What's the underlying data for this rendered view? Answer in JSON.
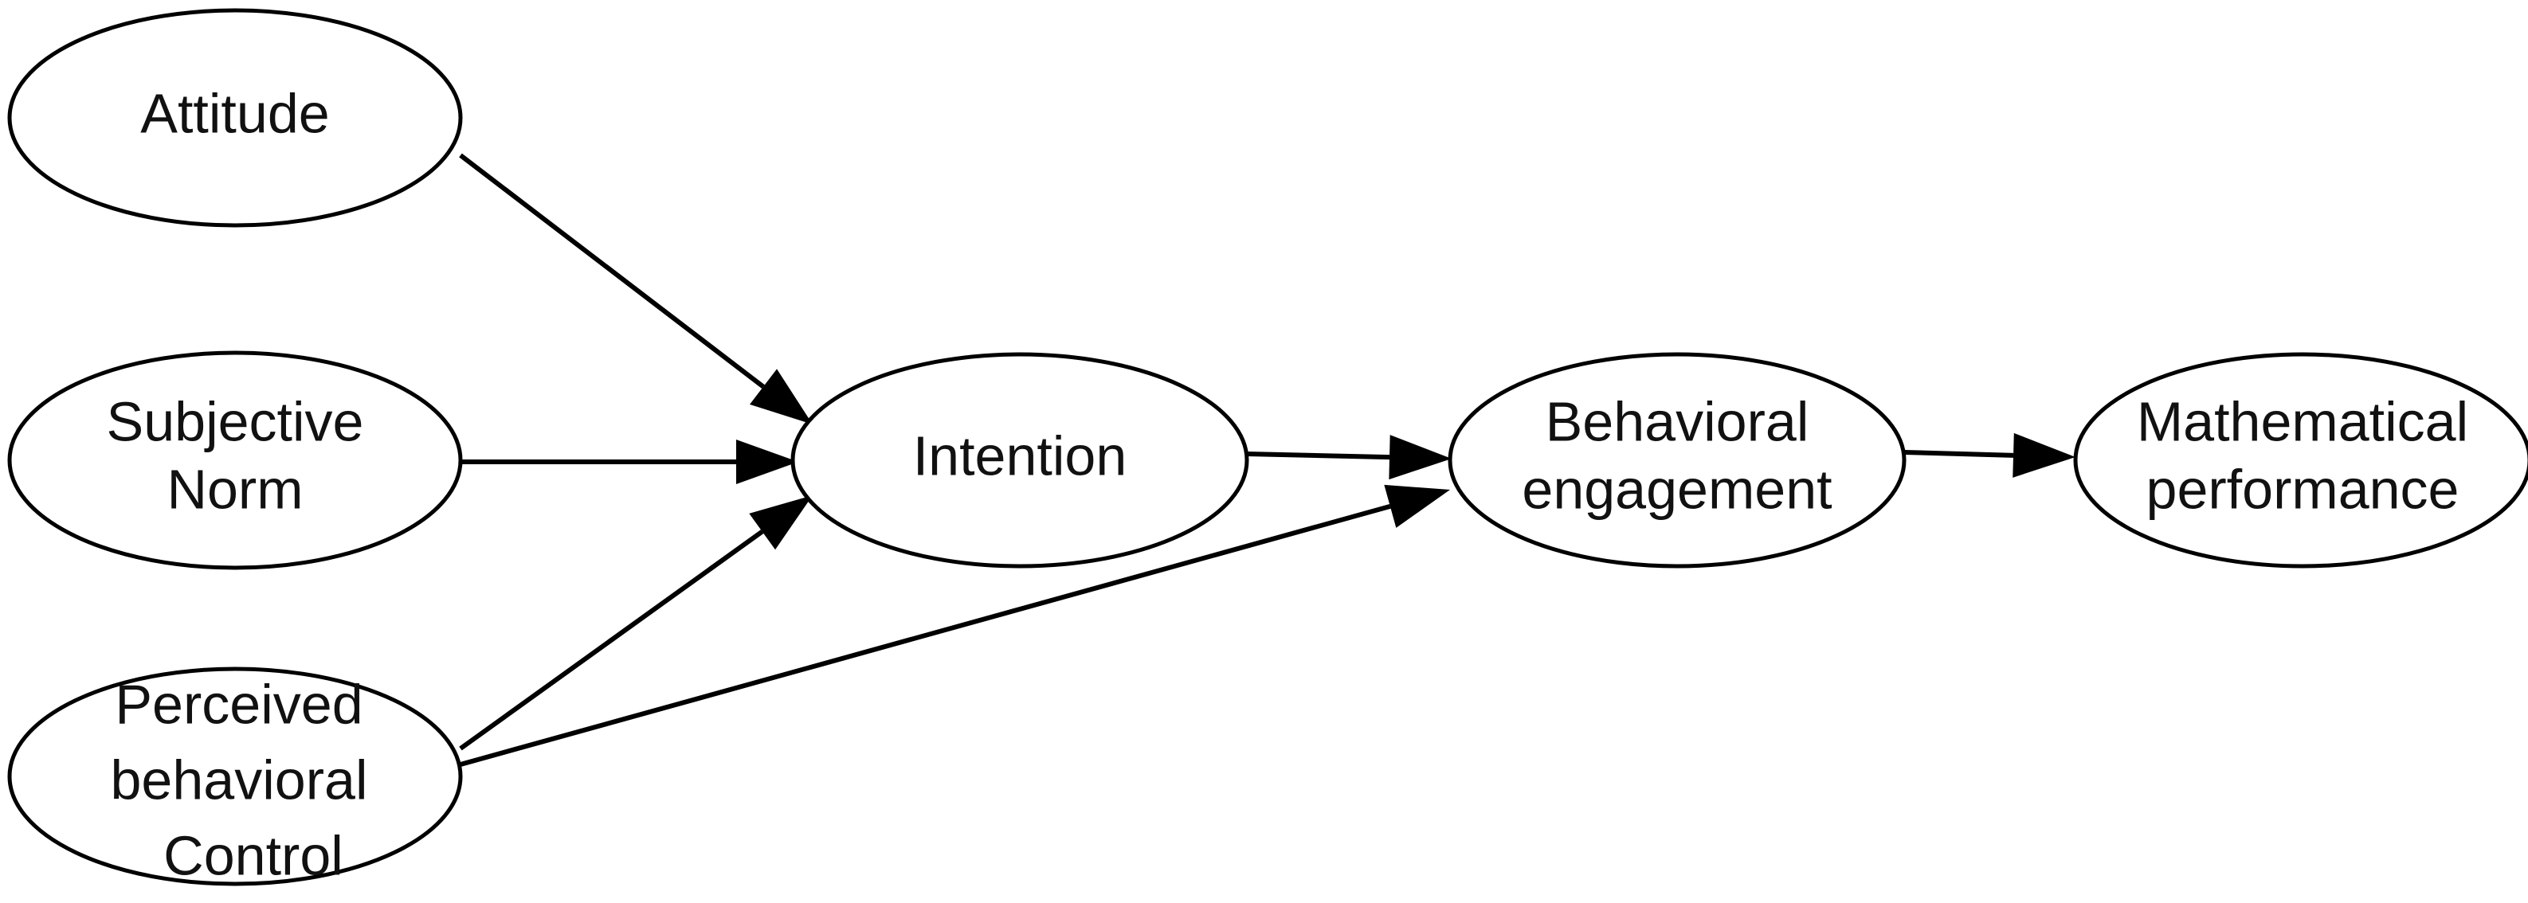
{
  "diagram": {
    "type": "path-diagram",
    "nodes": [
      {
        "id": "attitude",
        "lines": [
          "Attitude"
        ]
      },
      {
        "id": "subjective-norm",
        "lines": [
          "Subjective",
          "Norm"
        ]
      },
      {
        "id": "perceived-control",
        "lines": [
          "Perceived",
          "behavioral",
          "Control"
        ]
      },
      {
        "id": "intention",
        "lines": [
          "Intention"
        ]
      },
      {
        "id": "behavioral-engagement",
        "lines": [
          "Behavioral",
          "engagement"
        ]
      },
      {
        "id": "mathematical-performance",
        "lines": [
          "Mathematical",
          "performance"
        ]
      }
    ],
    "edges": [
      {
        "from": "attitude",
        "to": "intention"
      },
      {
        "from": "subjective-norm",
        "to": "intention"
      },
      {
        "from": "perceived-control",
        "to": "intention"
      },
      {
        "from": "perceived-control",
        "to": "behavioral-engagement"
      },
      {
        "from": "intention",
        "to": "behavioral-engagement"
      },
      {
        "from": "behavioral-engagement",
        "to": "mathematical-performance"
      }
    ],
    "colors": {
      "stroke": "#000000",
      "fill": "#ffffff",
      "text": "#111111"
    }
  }
}
